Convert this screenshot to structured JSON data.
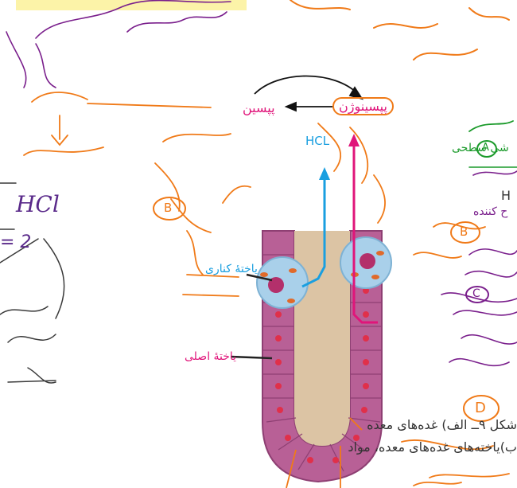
{
  "labels": {
    "pepsinogen": "پپسینوژن",
    "pepsin": "پپسین",
    "hcl": "HCL",
    "parietal_cell": "یاختهٔ کناری",
    "chief_cell": "یاختهٔ اصلی"
  },
  "caption": {
    "line1": "شکل ۹ــ الف) غده‌های معده",
    "line2": "ب)یاخته‌های غده‌های معده، مواد"
  },
  "cropped_right": {
    "a_text": "شی سطحی",
    "a_mark": "A",
    "b_text": "ح کننده",
    "b_mark": "B",
    "h_fragment": "H"
  },
  "handwriting": {
    "hcl": "HCl",
    "eq": "= 2",
    "marks": [
      "B",
      "C",
      "D"
    ]
  },
  "colors": {
    "pink": "#e0157a",
    "blue": "#1a9fe0",
    "orange": "#f07a18",
    "gland": "#c06a9c",
    "gland_dark": "#8e3f73",
    "lumen": "#dcc4a4",
    "parietal": "#a9d0ea"
  }
}
